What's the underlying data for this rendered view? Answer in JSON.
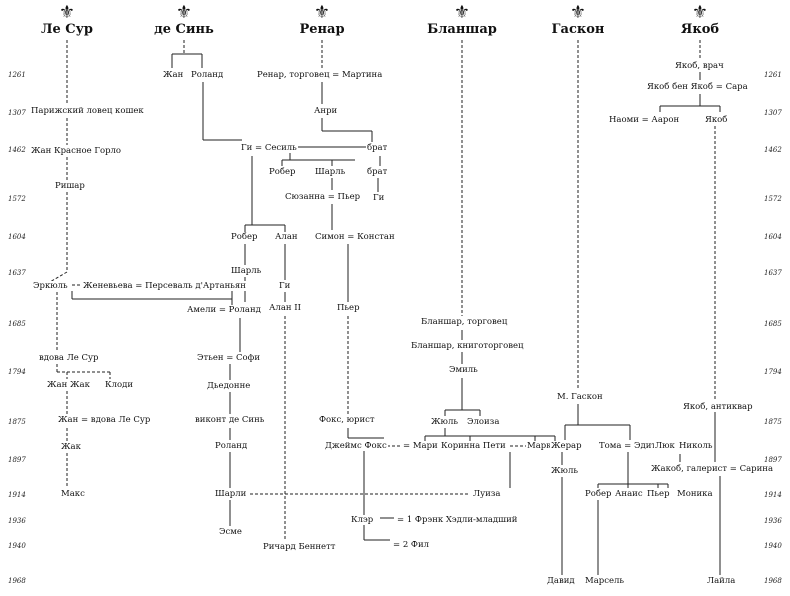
{
  "families": [
    {
      "name": "Ле Сур",
      "icon": "fleur-de-lis-icon"
    },
    {
      "name": "де Синь",
      "icon": "fleur-de-lis-icon"
    },
    {
      "name": "Ренар",
      "icon": "fleur-de-lis-icon"
    },
    {
      "name": "Бланшар",
      "icon": "fleur-de-lis-icon"
    },
    {
      "name": "Гаскон",
      "icon": "fleur-de-lis-icon"
    },
    {
      "name": "Якоб",
      "icon": "fleur-de-lis-icon"
    }
  ],
  "years": [
    "1261",
    "1307",
    "1462",
    "1572",
    "1604",
    "1637",
    "1685",
    "1794",
    "1875",
    "1897",
    "1914",
    "1936",
    "1940",
    "1968"
  ],
  "people": {
    "le_sur": [
      "Парижский ловец кошек",
      "Жан Красное Горло",
      "Ришар",
      "Эркюль",
      "вдова Ле Сур",
      "Жан Жак",
      "Клоди",
      "Жан = вдова Ле Сур",
      "Жак",
      "Макс"
    ],
    "de_sin": [
      "Жан",
      "Роланд",
      "Ги = Сесиль",
      "Робер",
      "Алан",
      "Шарль",
      "Ги",
      "Алан II",
      "Амели = Роланд",
      "Этьен = Софи",
      "Дьедонне",
      "виконт де Синь",
      "Роланд",
      "Шарли",
      "Эсме",
      "Ричард Беннетт",
      "Женевьева = Персеваль д'Артаньян"
    ],
    "renar": [
      "Ренар, торговец = Мартина",
      "Анри",
      "брат",
      "Робер",
      "Шарль",
      "брат",
      "Сюзанна = Пьер",
      "Ги",
      "Симон = Констан",
      "Пьер",
      "Фокс, юрист",
      "Джеймс Фокс",
      "Клэр",
      "= 1 Фрэнк Хэдли-младший",
      "= 2 Фил"
    ],
    "blanshar": [
      "Бланшар, торговец",
      "Бланшар, книготорговец",
      "Эмиль",
      "Жюль",
      "Элоиза",
      "= Мари",
      "Коринна Пети",
      "Марк",
      "Луиза"
    ],
    "gaskon": [
      "М. Гаскон",
      "Жерар",
      "Жюль",
      "Давид",
      "Тома = Эдит",
      "Люк",
      "Николь",
      "Робер",
      "Анаис",
      "Пьер",
      "Моника",
      "Марсель"
    ],
    "yakob": [
      "Якоб, врач",
      "Якоб бен Якоб = Сара",
      "Наоми = Аарон",
      "Якоб",
      "Якоб, антиквар",
      "Жакоб, галерист = Сарина",
      "Лайла"
    ]
  }
}
